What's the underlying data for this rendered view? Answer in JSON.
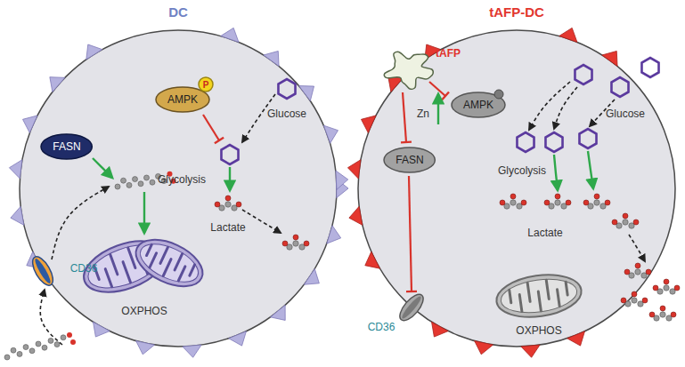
{
  "diagram": {
    "nodes": [
      {
        "text": [
          "DC"
        ]
      },
      {
        "text": [
          "AMPK"
        ],
        "in": 0
      },
      {
        "text": [
          "P"
        ],
        "in": 1
      },
      {
        "text": [
          "FASN"
        ],
        "in": 0
      },
      {
        "text": [
          "tAFP-DC"
        ]
      },
      {
        "text": [
          "AMPK"
        ],
        "in": 4
      },
      {
        "text": [
          "FASN"
        ],
        "in": 4
      }
    ],
    "labels": [
      "Glucose",
      "Glycolysis",
      "Lactate",
      "CD36",
      "OXPHOS",
      "tAFP",
      "Zn",
      "Glucose",
      "Glycolysis",
      "Lactate",
      "CD36",
      "OXPHOS"
    ]
  }
}
